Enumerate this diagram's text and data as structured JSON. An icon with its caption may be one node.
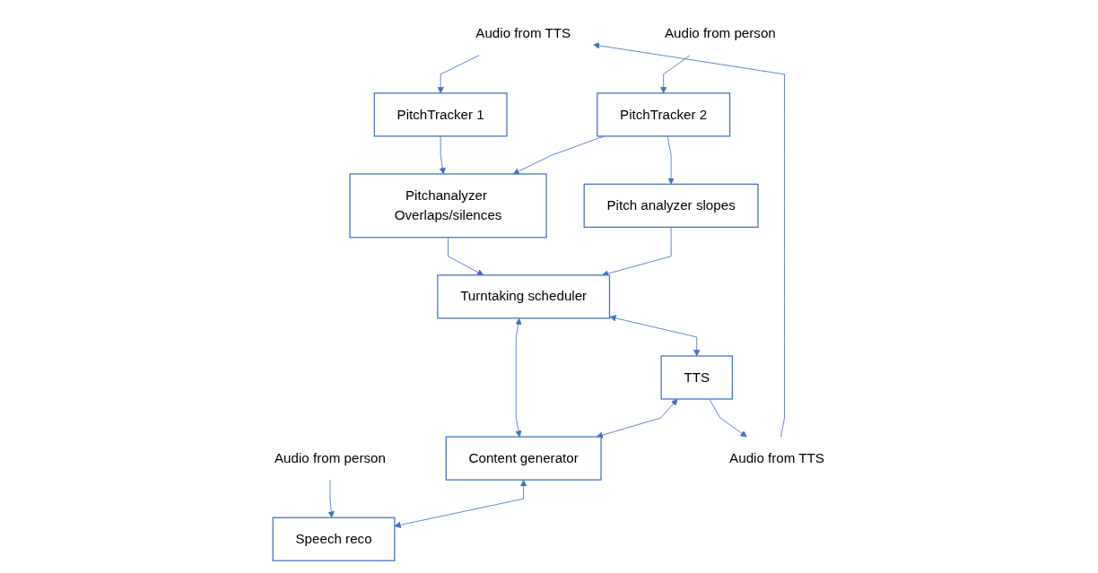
{
  "diagram": {
    "nodes": [
      {
        "text": [
          "Audio from TTS"
        ]
      },
      {
        "text": [
          "Audio from person"
        ]
      },
      {
        "text": [
          "Audio from person"
        ]
      },
      {
        "text": [
          "PitchTracker 1"
        ]
      },
      {
        "text": [
          "PitchTracker 2"
        ]
      },
      {
        "text": [
          "Pitchanalyzer Overlaps/silences"
        ]
      },
      {
        "text": [
          "Pitch analyzer slopes"
        ]
      },
      {
        "text": [
          "Turntaking scheduler"
        ]
      },
      {
        "text": [
          "TTS"
        ]
      },
      {
        "text": [
          "Content generator"
        ]
      },
      {
        "text": [
          "Speech reco"
        ]
      },
      {
        "text": [
          "Audio from TTS"
        ]
      }
    ],
    "edges": [
      {
        "from": 0,
        "to": 3,
        "arrow": "to"
      },
      {
        "from": 1,
        "to": 4,
        "arrow": "to"
      },
      {
        "from": 2,
        "to": 10,
        "arrow": "to"
      },
      {
        "from": 3,
        "to": 5,
        "arrow": "to"
      },
      {
        "from": 4,
        "to": 5,
        "arrow": "to"
      },
      {
        "from": 4,
        "to": 6,
        "arrow": "to"
      },
      {
        "from": 5,
        "to": 7,
        "arrow": "to"
      },
      {
        "from": 6,
        "to": 7,
        "arrow": "to"
      },
      {
        "from": 7,
        "to": 9,
        "arrow": "both"
      },
      {
        "from": 7,
        "to": 8,
        "arrow": "both"
      },
      {
        "from": 8,
        "to": 9,
        "arrow": "both"
      },
      {
        "from": 9,
        "to": 10,
        "arrow": "both"
      },
      {
        "from": 8,
        "to": 11,
        "arrow": "to"
      },
      {
        "from": 11,
        "to": 0,
        "arrow": "to"
      }
    ]
  }
}
